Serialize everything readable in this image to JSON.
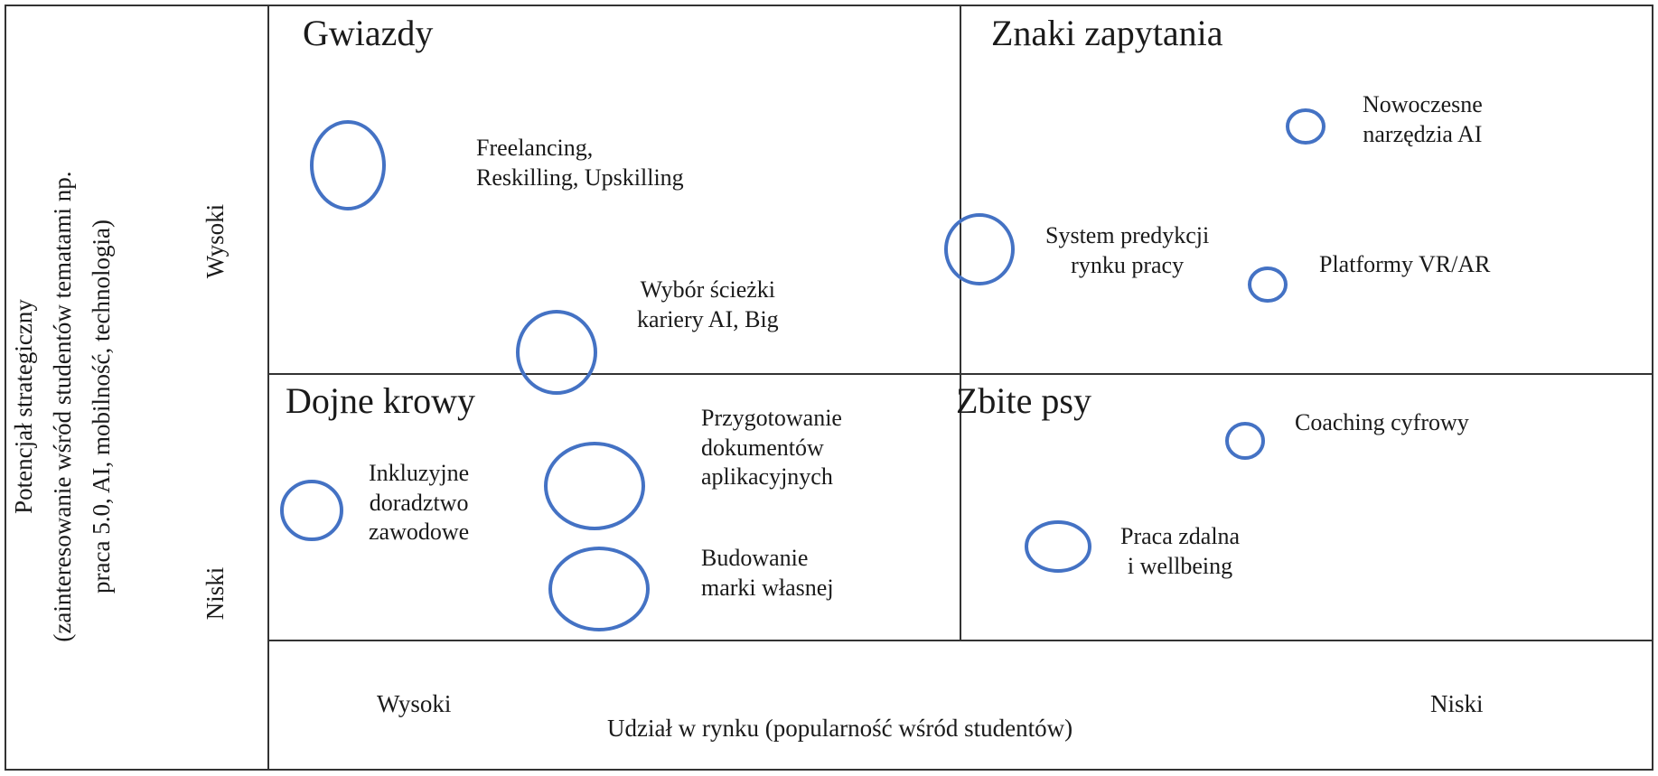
{
  "quadrants": {
    "stars": "Gwiazdy",
    "question_marks": "Znaki zapytania",
    "cash_cows": "Dojne krowy",
    "dogs": "Zbite psy"
  },
  "y_axis": {
    "label_lines": [
      "Potencjał strategiczny",
      "(zainteresowanie wśród studentów tematami np.",
      "praca 5.0, AI, mobilność, technologia)"
    ],
    "high": "Wysoki",
    "low": "Niski"
  },
  "x_axis": {
    "label": "Udział w rynku (popularność wśród studentów)",
    "high": "Wysoki",
    "low": "Niski"
  },
  "items": [
    {
      "lines": [
        "Freelancing,",
        "Reskilling, Upskilling"
      ],
      "quadrant": "stars"
    },
    {
      "lines": [
        "Wybór ścieżki",
        "kariery  AI, Big"
      ],
      "quadrant": "stars"
    },
    {
      "lines": [
        "System predykcji",
        "rynku pracy"
      ],
      "quadrant": "question_marks"
    },
    {
      "lines": [
        "Nowoczesne",
        "narzędzia AI"
      ],
      "quadrant": "question_marks"
    },
    {
      "lines": [
        "Platformy VR/AR"
      ],
      "quadrant": "question_marks"
    },
    {
      "lines": [
        "Inkluzyjne",
        "doradztwo",
        "zawodowe"
      ],
      "quadrant": "cash_cows"
    },
    {
      "lines": [
        "Przygotowanie",
        "dokumentów",
        "aplikacyjnych"
      ],
      "quadrant": "cash_cows"
    },
    {
      "lines": [
        "Budowanie",
        "marki własnej"
      ],
      "quadrant": "cash_cows"
    },
    {
      "lines": [
        "Coaching cyfrowy"
      ],
      "quadrant": "dogs"
    },
    {
      "lines": [
        "Praca zdalna",
        "i wellbeing"
      ],
      "quadrant": "dogs"
    }
  ],
  "colors": {
    "circle": "#4472c4",
    "lines": "#333333"
  }
}
